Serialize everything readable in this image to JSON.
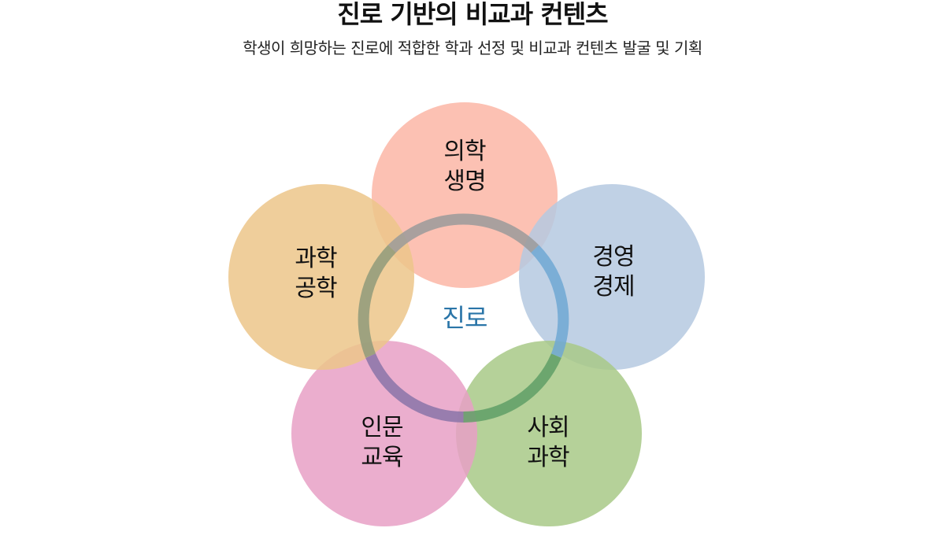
{
  "header": {
    "title": "진로 기반의 비교과 컨텐츠",
    "subtitle": "학생이 희망하는 진로에 적합한 학과 선정 및 비교과 컨텐츠 발굴 및 기획"
  },
  "diagram": {
    "center_label": "진로",
    "petals": [
      {
        "line1": "의학",
        "line2": "생명",
        "color": "#fcb6a6"
      },
      {
        "line1": "경영",
        "line2": "경제",
        "color": "#b5c9e0"
      },
      {
        "line1": "사회",
        "line2": "과학",
        "color": "#a8c987"
      },
      {
        "line1": "인문",
        "line2": "교육",
        "color": "#e8a0c6"
      },
      {
        "line1": "과학",
        "line2": "공학",
        "color": "#ecc58a"
      }
    ],
    "ring_colors": {
      "top": "#9a9a9a",
      "right": "#6fa8d3",
      "bottom_right": "#5f9f66",
      "bottom_left": "#8a74a8",
      "left": "#8f9a7a"
    }
  }
}
